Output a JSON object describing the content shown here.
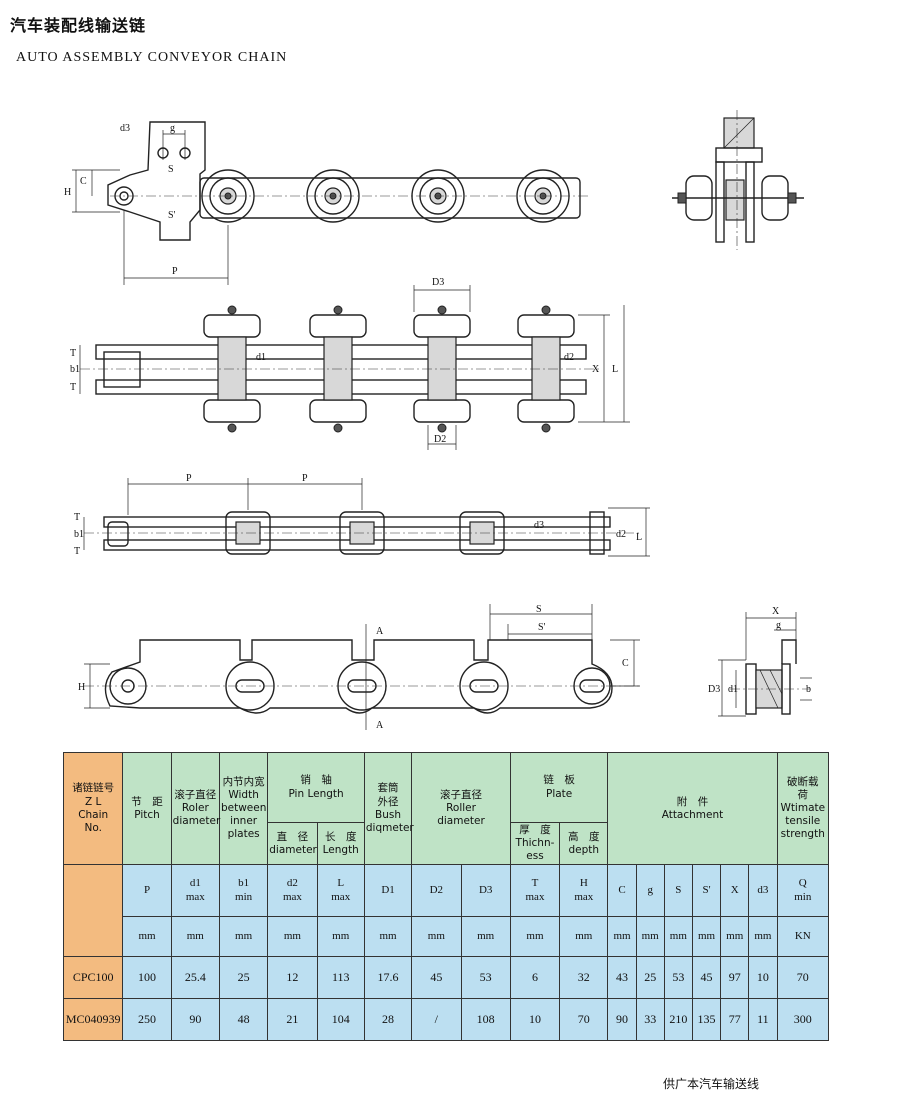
{
  "title": "汽车装配线输送链",
  "subtitle": "AUTO ASSEMBLY CONVEYOR CHAIN",
  "drawing_labels": {
    "top_side": [
      "d3",
      "g",
      "C",
      "H",
      "S",
      "S'",
      "P"
    ],
    "top_plan": [
      "D3",
      "d1",
      "d2",
      "X",
      "L",
      "T",
      "b1",
      "T",
      "D2"
    ],
    "mid_plan": [
      "P",
      "P",
      "T",
      "b1",
      "T",
      "d3",
      "d2",
      "L"
    ],
    "bottom_side": [
      "S",
      "S'",
      "A",
      "A",
      "C",
      "H"
    ],
    "bottom_section": [
      "X",
      "g",
      "D3",
      "d1",
      "b"
    ]
  },
  "table": {
    "corner": [
      "诸链链号",
      "Z L",
      "Chain",
      "No."
    ],
    "headers": {
      "pitch": [
        "节　距",
        "Pitch"
      ],
      "roller": [
        "滚子直径",
        "Roler",
        "diameter"
      ],
      "width": [
        "内节内宽",
        "Width",
        "between",
        "inner",
        "plates"
      ],
      "pin": [
        "销　轴",
        "Pin Length"
      ],
      "pin_dia": [
        "直　径",
        "diameter"
      ],
      "pin_len": [
        "长　度",
        "Length"
      ],
      "bush": [
        "套筒",
        "外径",
        "Bush",
        "diqmeter"
      ],
      "roller2": [
        "滚子直径",
        "Roller",
        "diameter"
      ],
      "plate": [
        "链　板",
        "Plate"
      ],
      "plate_t": [
        "厚　度",
        "Thichn-",
        "ess"
      ],
      "plate_h": [
        "高　度",
        "depth"
      ],
      "attach": [
        "附　件",
        "Attachment"
      ],
      "strength": [
        "破断载",
        "荷",
        "Wtimate",
        "tensile",
        "strength"
      ]
    },
    "symbols": [
      [
        "P"
      ],
      [
        "d1",
        "max"
      ],
      [
        "b1",
        "min"
      ],
      [
        "d2",
        "max"
      ],
      [
        "L",
        "max"
      ],
      [
        "D1"
      ],
      [
        "D2"
      ],
      [
        "D3"
      ],
      [
        "T",
        "max"
      ],
      [
        "H",
        "max"
      ],
      [
        "C"
      ],
      [
        "g"
      ],
      [
        "S"
      ],
      [
        "S'"
      ],
      [
        "X"
      ],
      [
        "d3"
      ],
      [
        "Q",
        "min"
      ]
    ],
    "units": [
      "mm",
      "mm",
      "mm",
      "mm",
      "mm",
      "mm",
      "mm",
      "mm",
      "mm",
      "mm",
      "mm",
      "mm",
      "mm",
      "mm",
      "mm",
      "mm",
      "KN"
    ],
    "rows": [
      {
        "name": "CPC100",
        "values": [
          "100",
          "25.4",
          "25",
          "12",
          "113",
          "17.6",
          "45",
          "53",
          "6",
          "32",
          "43",
          "25",
          "53",
          "45",
          "97",
          "10",
          "70"
        ]
      },
      {
        "name": "MC040939",
        "values": [
          "250",
          "90",
          "48",
          "21",
          "104",
          "28",
          "/",
          "108",
          "10",
          "70",
          "90",
          "33",
          "210",
          "135",
          "77",
          "11",
          "300"
        ]
      }
    ]
  },
  "footer": "供广本汽车输送线",
  "colors": {
    "header_green": "#bfe3c6",
    "cell_blue": "#bcdff1",
    "corner_orange": "#f3bb80"
  }
}
